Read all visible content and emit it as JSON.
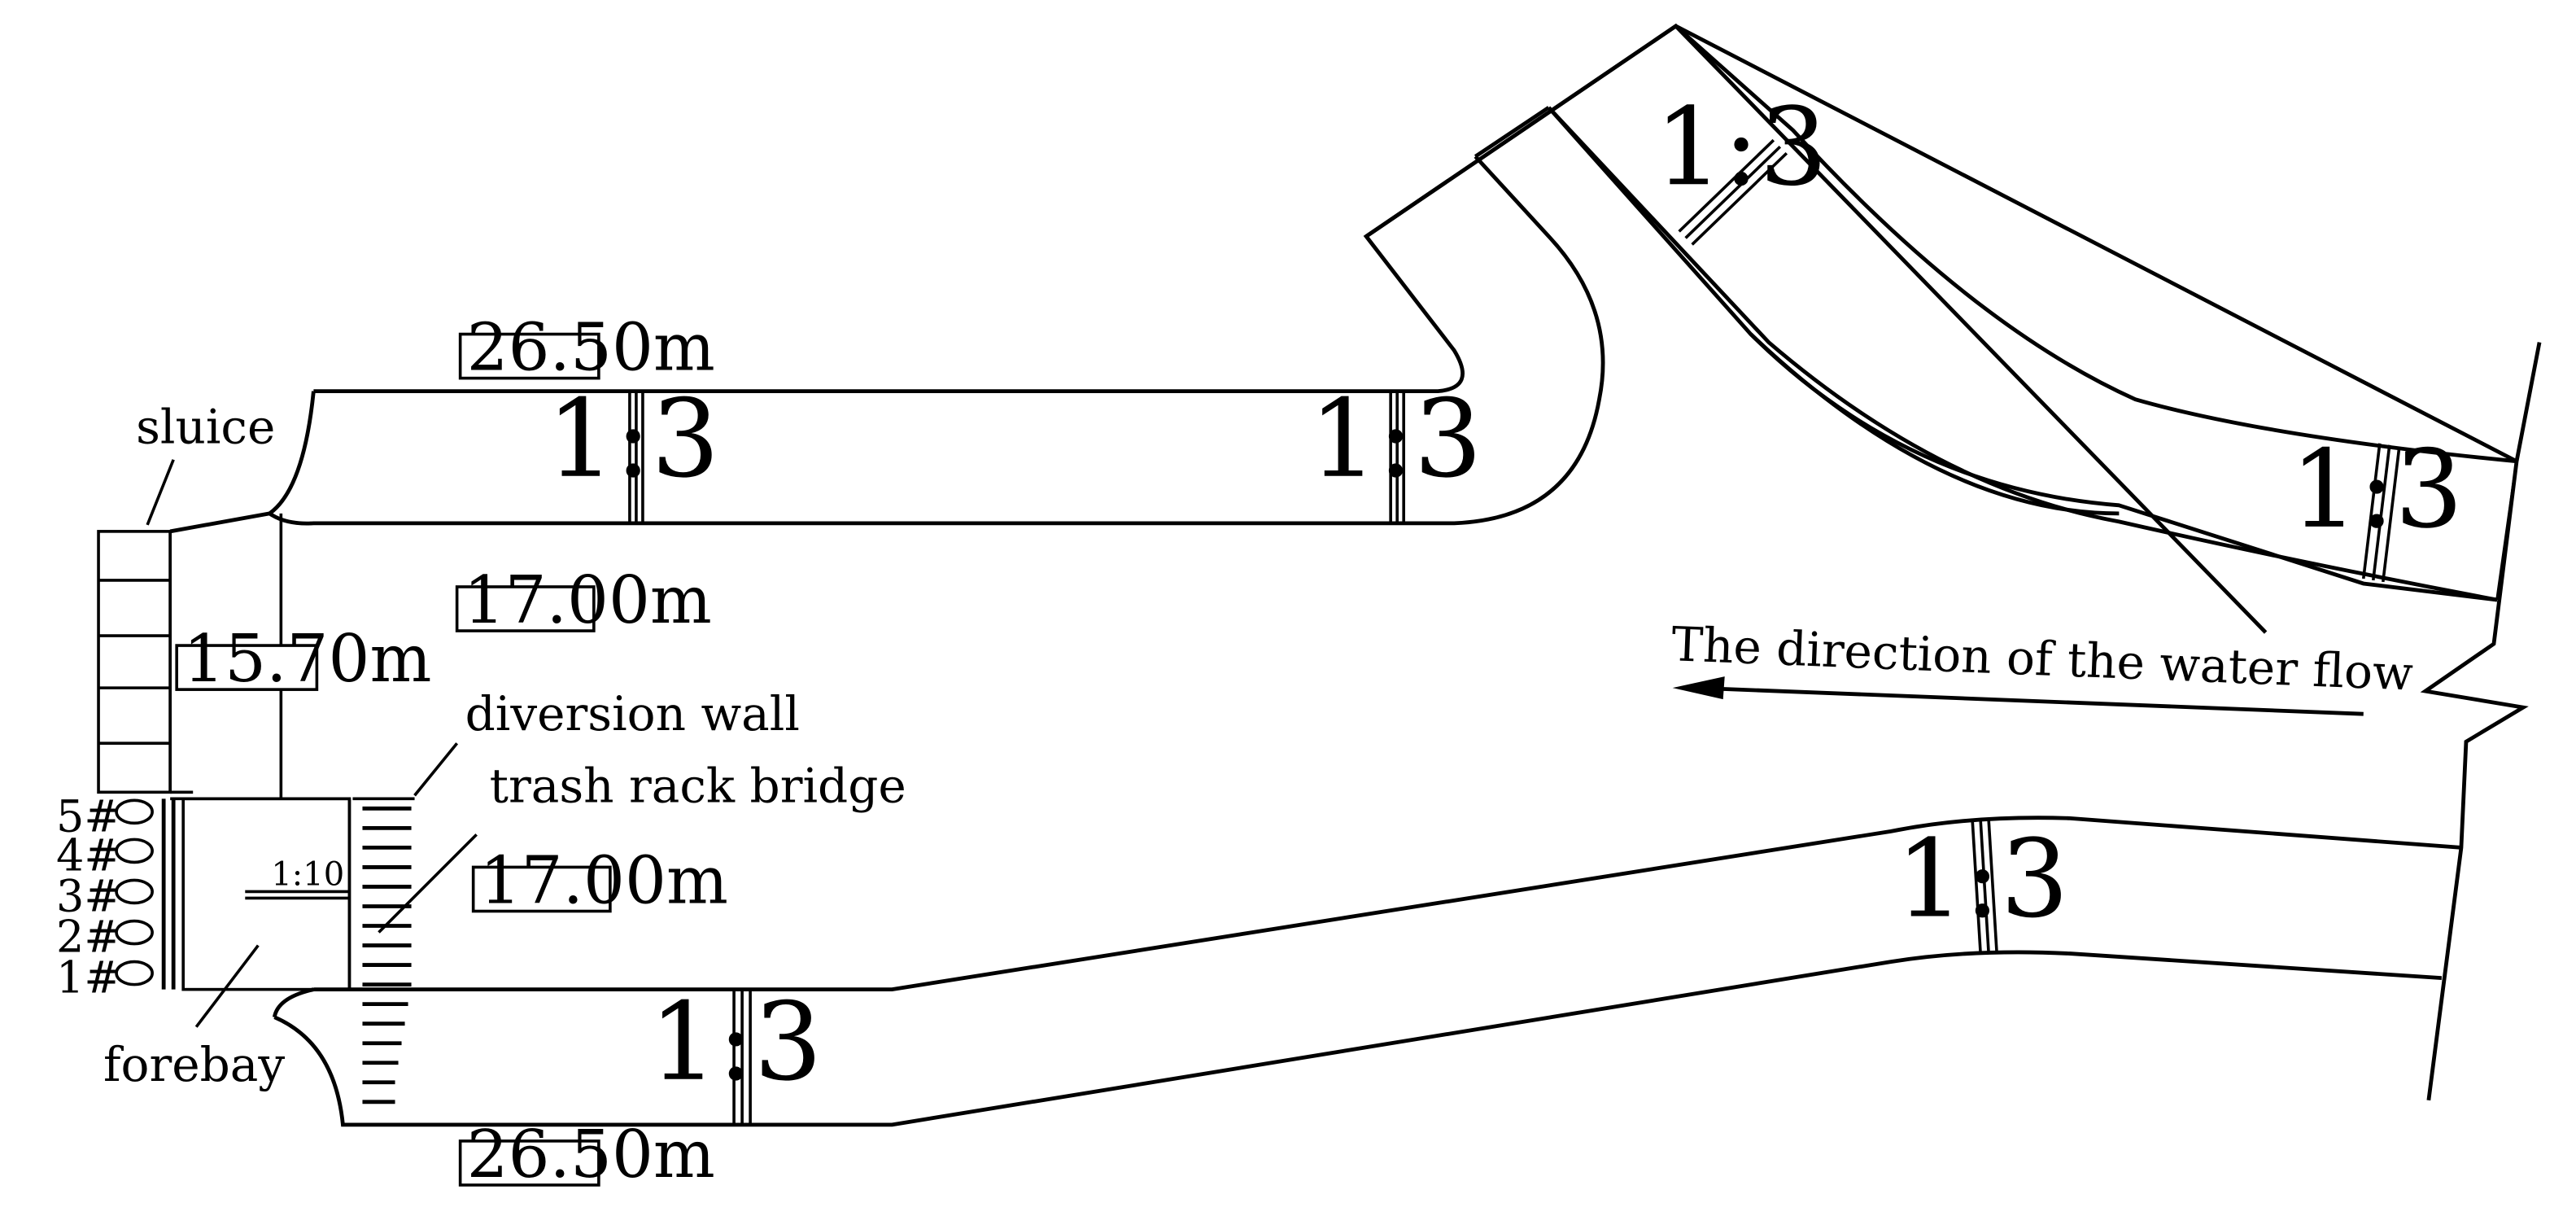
{
  "labels": {
    "sluice": "sluice",
    "forebay": "forebay",
    "diversion_wall": "diversion wall",
    "trash_rack_bridge": "trash rack bridge",
    "flow_direction": "The direction of the water flow"
  },
  "dimensions": {
    "top_width": "26.50m",
    "bottom_width": "26.50m",
    "upper_channel_width": "17.00m",
    "lower_channel_width": "17.00m",
    "sluice_width": "15.70m"
  },
  "slopes": {
    "upper_left": "1:3",
    "upper_right": "1:3",
    "branch_top": "1:3",
    "branch_right": "1:3",
    "lower_right": "1:3",
    "lower_left": "1:3",
    "forebay_ramp": "1:10"
  },
  "units": [
    "5#",
    "4#",
    "3#",
    "2#",
    "1#"
  ]
}
